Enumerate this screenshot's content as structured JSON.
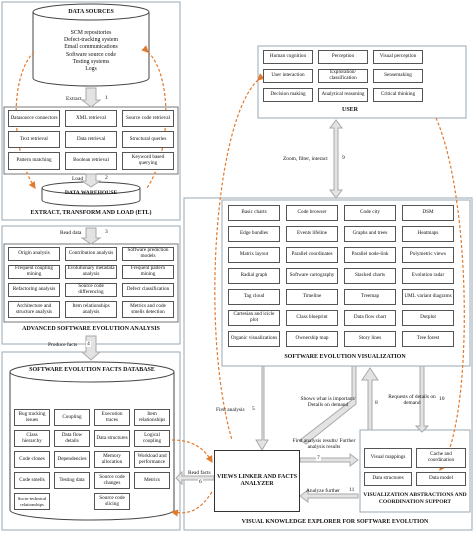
{
  "data_sources": {
    "title": "DATA SOURCES",
    "items": [
      "SCM repositories",
      "Defect-tracking system",
      "Email communications",
      "Software source code",
      "Testing systems",
      "Logs"
    ]
  },
  "extract": {
    "label": "Extract",
    "num": "1"
  },
  "retrieval": [
    [
      "Datasource connectors",
      "XML retrieval",
      "Source code retrieval"
    ],
    [
      "Text retrieval",
      "Data retrieval",
      "Structural queries"
    ],
    [
      "Pattern matching",
      "Boolean retrieval",
      "Keyword based querying"
    ]
  ],
  "load": {
    "label": "Load",
    "num": "2"
  },
  "warehouse": {
    "title": "DATA WAREHOUSE"
  },
  "etl": {
    "title": "EXTRACT, TRANSFORM AND LOAD (ETL)"
  },
  "read_data": {
    "label": "Read data",
    "num": "3"
  },
  "analysis": {
    "title": "ADVANCED SOFTWARE EVOLUTION ANALYSIS",
    "items": [
      [
        "Origin analysis",
        "Contribution analysis",
        "Software prediction models"
      ],
      [
        "Frequent coupling mining",
        "Evolutionary metadata analysis",
        "Frequent pattern mining"
      ],
      [
        "Refactoring analysis",
        "Source code differencing",
        "Defect classification"
      ],
      [
        "Architecture and structure analysis",
        "Item relationships analysis",
        "Metrics and code smells detection"
      ]
    ]
  },
  "produce_facts": {
    "label": "Produce facts",
    "num": "4"
  },
  "facts_db": {
    "title": "SOFTWARE EVOLUTION FACTS DATABASE",
    "items": [
      [
        "Bug tracking issues",
        "Coupling",
        "Execution traces",
        "Item relationships"
      ],
      [
        "Class hierarchy",
        "Data flow details",
        "Data structures",
        "Logical coupling"
      ],
      [
        "Code clones",
        "Dependencies",
        "Memory allocation",
        "Workload and performance"
      ],
      [
        "Code smells",
        "Testing data",
        "Source code changes",
        "Metrics"
      ],
      [
        "Socio-technical relationships",
        "Source code slicing"
      ]
    ]
  },
  "user": {
    "title": "USER",
    "items": [
      [
        "Human cognition",
        "Perception",
        "Visual perception"
      ],
      [
        "User interaction",
        "Exploration/ classification",
        "Sensemaking"
      ],
      [
        "Decision making",
        "Analytical reasoning",
        "Critical thinking"
      ]
    ]
  },
  "zoom": {
    "label": "Zoom, filter, interact",
    "num": "9"
  },
  "viz": {
    "title": "SOFTWARE EVOLUTION VISUALIZATION",
    "items": [
      [
        "Basic charts",
        "Code browser",
        "Code city",
        "DSM"
      ],
      [
        "Edge bundles",
        "Events lifeline",
        "Graphs and trees",
        "Heatmaps"
      ],
      [
        "Matrix layout",
        "Parallel coordinates",
        "Parallel node-link",
        "Polymetric views"
      ],
      [
        "Radial graph",
        "Software cartography",
        "Stacked charts",
        "Evolution radar"
      ],
      [
        "Tag cloud",
        "Timeline",
        "Treemap",
        "UML variant diagrams"
      ],
      [
        "Cartesian and icicle plot",
        "Class blueprint",
        "Data flow chart",
        "Dotplot"
      ],
      [
        "Organic visualizations",
        "Ownership map",
        "Story lines",
        "Tree forest"
      ]
    ]
  },
  "first_analysis": {
    "label": "First analysis",
    "num": "5"
  },
  "shows": {
    "label": "Shows what is important/ Details on demand",
    "num": "8"
  },
  "requests": {
    "label": "Requests of details on demand",
    "num": "10"
  },
  "read_facts": {
    "label": "Read facts",
    "num": "6"
  },
  "linker": {
    "title": "VIEWS LINKER AND FACTS ANALYZER"
  },
  "results": {
    "label": "First analysis results/ Further analysis results",
    "num": "7"
  },
  "analyze": {
    "label": "Analyze further",
    "num": "11"
  },
  "vac": {
    "title": "VISUALIZATION ABSTRACTIONS AND COORDINATION SUPPORT",
    "items": [
      [
        "Visual mappings",
        "Cache and coordination"
      ],
      [
        "Data structures",
        "Data model"
      ]
    ]
  },
  "explorer": {
    "title": "VISUAL KNOWLEDGE EXPLORER FOR SOFTWARE EVOLUTION"
  },
  "colors": {
    "arrow": "#e07a2e",
    "panel": "#9aa7b3",
    "gray_arrow": "#d9d9d9"
  }
}
